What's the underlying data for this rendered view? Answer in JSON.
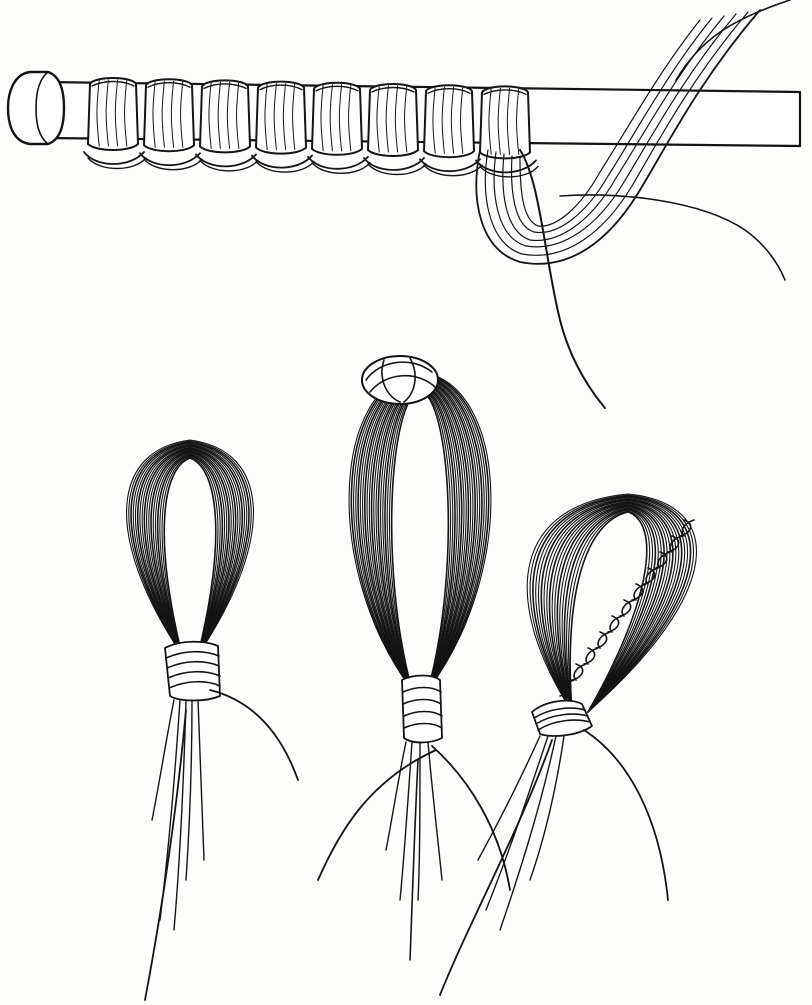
{
  "illustration": {
    "ink_color": "#141414",
    "paper_color": "#fdfdfc",
    "panels": [
      {
        "id": "rod-with-wraps",
        "wrap_count": 8
      },
      {
        "id": "bound-loop"
      },
      {
        "id": "knotted-loop"
      },
      {
        "id": "twisted-loop"
      }
    ]
  }
}
